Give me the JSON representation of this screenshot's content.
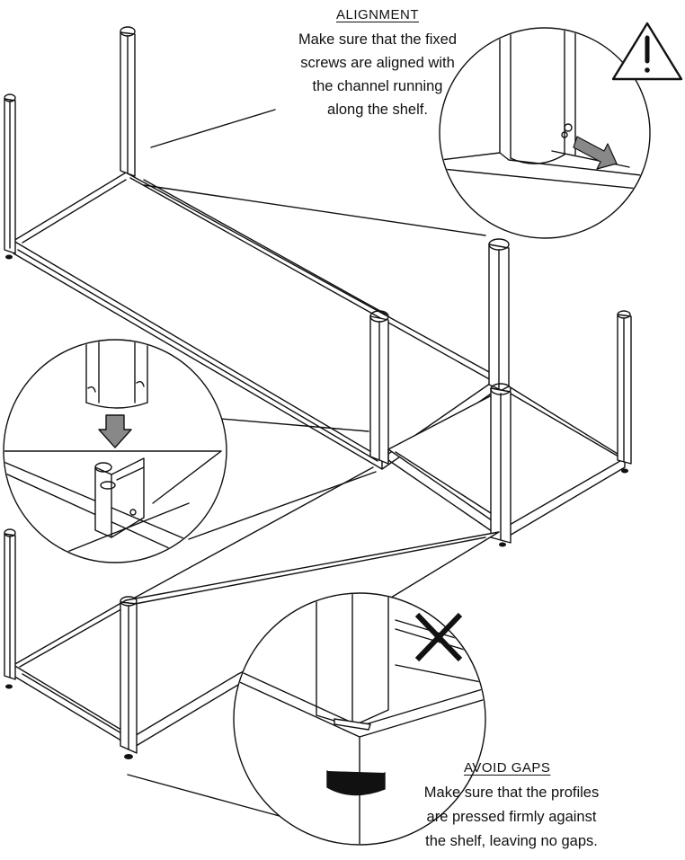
{
  "callouts": {
    "alignment": {
      "heading": "ALIGNMENT",
      "lines": [
        "Make sure that the fixed",
        "screws are aligned with",
        "the channel running",
        "along the shelf."
      ]
    },
    "avoid_gaps": {
      "heading": "AVOID GAPS",
      "lines": [
        "Make sure that the profiles",
        "are pressed firmly against",
        "the shelf, leaving no gaps."
      ]
    }
  },
  "icons": {
    "warning": "warning-triangle-icon",
    "incorrect": "cross-mark-icon",
    "direction_arrow": "arrow-icon"
  },
  "colors": {
    "line": "#111111",
    "arrow_fill": "#888888",
    "background": "#ffffff"
  }
}
